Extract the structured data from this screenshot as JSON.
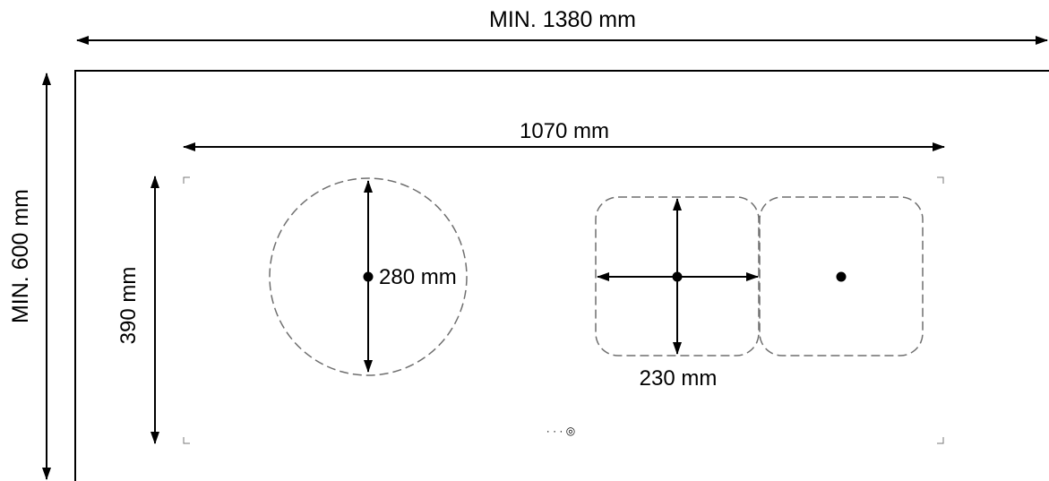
{
  "labels": {
    "overall_width": "MIN. 1380 mm",
    "overall_depth": "MIN. 600 mm",
    "cooking_width": "1070 mm",
    "cooking_depth": "390 mm",
    "round_zone_diameter": "280 mm",
    "square_zone_width": "230 mm",
    "control_marks": "· · · ◎"
  },
  "colors": {
    "line": "#000000",
    "dashed": "#6f6f6f",
    "background": "#ffffff"
  }
}
